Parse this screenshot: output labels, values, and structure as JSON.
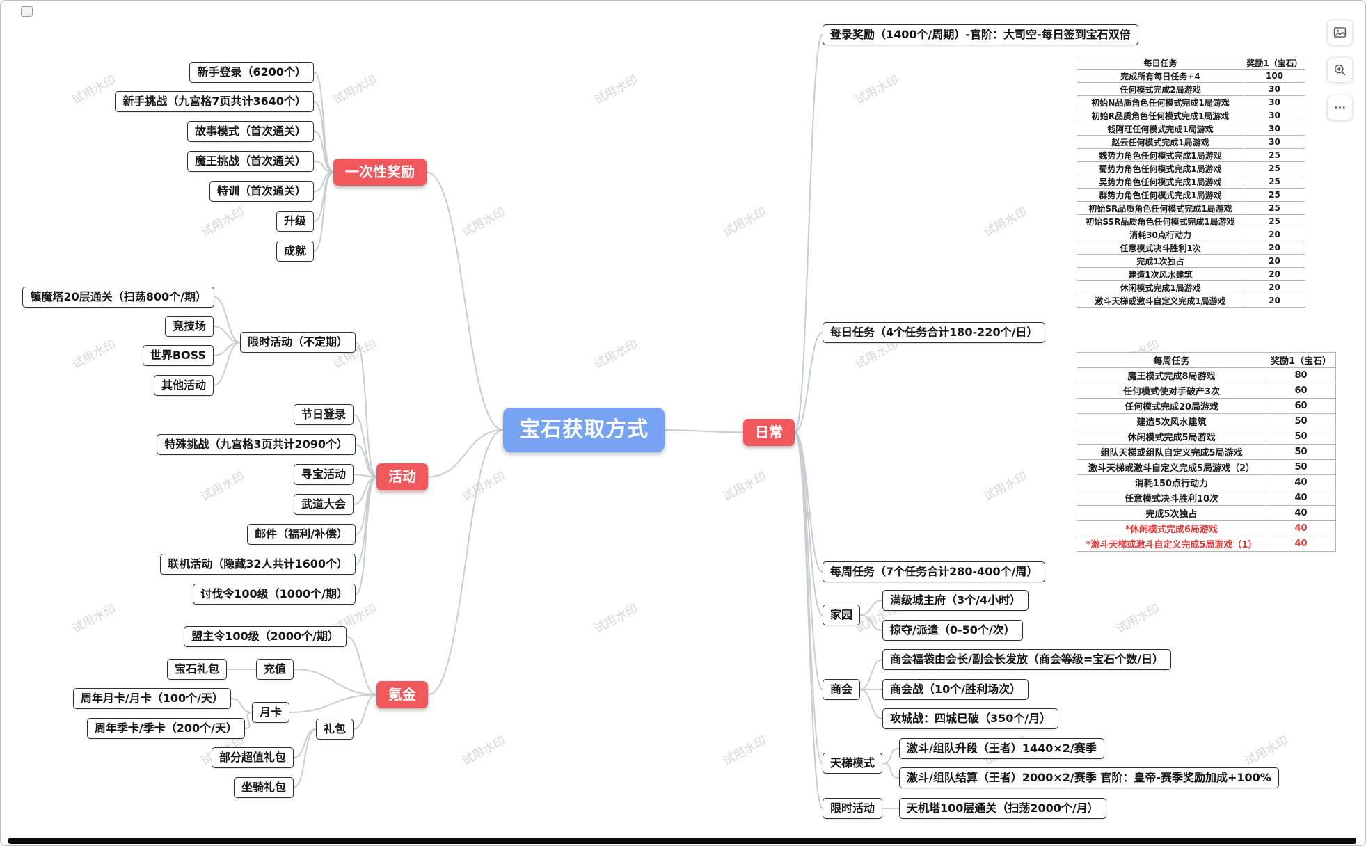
{
  "colors": {
    "center_fill": "#78a3f3",
    "branch_fill": "#f0585c",
    "connector": "#c9ccd1",
    "highlight_text": "#e23b3b",
    "watermark": "#d6d6d8"
  },
  "watermark_text": "试用水印",
  "toolbar": {
    "icons": [
      {
        "name": "image-icon"
      },
      {
        "name": "zoom-in-icon"
      },
      {
        "name": "more-icon"
      }
    ]
  },
  "labels": {
    "center": "宝石获取方式",
    "once": "一次性奖励",
    "activity": "活动",
    "pay": "氪金",
    "daily": "日常",
    "once1": "新手登录（6200个）",
    "once2": "新手挑战（九宫格7页共计3640个）",
    "once3": "故事模式（首次通关）",
    "once4": "魔王挑战（首次通关）",
    "once5": "特训（首次通关）",
    "once6": "升级",
    "once7": "成就",
    "act1": "限时活动（不定期）",
    "act2": "节日登录",
    "act3": "特殊挑战（九宫格3页共计2090个）",
    "act4": "寻宝活动",
    "act5": "武道大会",
    "act6": "邮件（福利/补偿）",
    "act7": "联机活动（隐藏32人共计1600个）",
    "act8": "讨伐令100级（1000个/期）",
    "lim1": "镇魔塔20层通关（扫荡800个/期）",
    "lim2": "竞技场",
    "lim3": "世界BOSS",
    "lim4": "其他活动",
    "pay1": "盟主令100级（2000个/期）",
    "pay2": "充值",
    "pay3": "月卡",
    "pay4": "礼包",
    "pay2a": "宝石礼包",
    "pay3a": "周年月卡/月卡（100个/天）",
    "pay3b": "周年季卡/季卡（200个/天）",
    "pay4a": "部分超值礼包",
    "pay4b": "坐骑礼包",
    "daily1": "登录奖励（1400个/周期）-官阶：大司空-每日签到宝石双倍",
    "daily2": "每日任务（4个任务合计180-220个/日）",
    "daily3": "每周任务（7个任务合计280-400个/周）",
    "daily4": "家园",
    "daily5": "商会",
    "daily6": "天梯模式",
    "daily7": "限时活动",
    "home1": "满级城主府（3个/4小时）",
    "home2": "掠夺/派遣（0-50个/次）",
    "guild1": "商会福袋由会长/副会长发放（商会等级=宝石个数/日）",
    "guild2": "商会战（10个/胜利场次）",
    "guild3": "攻城战：四城已破（350个/月）",
    "ladder1": "激斗/组队升段（王者）1440×2/赛季",
    "ladder2": "激斗/组队结算（王者）2000×2/赛季 官阶：皇帝-赛季奖励加成+100%",
    "dlim1": "天机塔100层通关（扫荡2000个/月）"
  },
  "daily_table": {
    "headers": [
      "每日任务",
      "奖励1（宝石）"
    ],
    "rows": [
      {
        "t": "完成所有每日任务+4",
        "r": "100"
      },
      {
        "t": "任何模式完成2局游戏",
        "r": "30"
      },
      {
        "t": "初始N品质角色任何模式完成1局游戏",
        "r": "30"
      },
      {
        "t": "初始R品质角色任何模式完成1局游戏",
        "r": "30"
      },
      {
        "t": "钱阿旺任何模式完成1局游戏",
        "r": "30"
      },
      {
        "t": "赵云任何模式完成1局游戏",
        "r": "30"
      },
      {
        "t": "魏势力角色任何模式完成1局游戏",
        "r": "25"
      },
      {
        "t": "蜀势力角色任何模式完成1局游戏",
        "r": "25"
      },
      {
        "t": "吴势力角色任何模式完成1局游戏",
        "r": "25"
      },
      {
        "t": "群势力角色任何模式完成1局游戏",
        "r": "25"
      },
      {
        "t": "初始SR品质角色任何模式完成1局游戏",
        "r": "25"
      },
      {
        "t": "初始SSR品质角色任何模式完成1局游戏",
        "r": "25"
      },
      {
        "t": "消耗30点行动力",
        "r": "20"
      },
      {
        "t": "任意模式决斗胜利1次",
        "r": "20"
      },
      {
        "t": "完成1次独占",
        "r": "20"
      },
      {
        "t": "建造1次风水建筑",
        "r": "20"
      },
      {
        "t": "休闲模式完成1局游戏",
        "r": "20"
      },
      {
        "t": "激斗天梯或激斗自定义完成1局游戏",
        "r": "20"
      }
    ]
  },
  "weekly_table": {
    "headers": [
      "每周任务",
      "奖励1（宝石）"
    ],
    "rows": [
      {
        "t": "魔王模式完成8局游戏",
        "r": "80"
      },
      {
        "t": "任何模式使对手破产3次",
        "r": "60"
      },
      {
        "t": "任何模式完成20局游戏",
        "r": "60"
      },
      {
        "t": "建造5次风水建筑",
        "r": "50"
      },
      {
        "t": "休闲模式完成5局游戏",
        "r": "50"
      },
      {
        "t": "组队天梯或组队自定义完成5局游戏",
        "r": "50"
      },
      {
        "t": "激斗天梯或激斗自定义完成5局游戏（2）",
        "r": "50"
      },
      {
        "t": "消耗150点行动力",
        "r": "40"
      },
      {
        "t": "任意模式决斗胜利10次",
        "r": "40"
      },
      {
        "t": "完成5次独占",
        "r": "40"
      },
      {
        "t": "*休闲模式完成6局游戏",
        "r": "40",
        "hl": true
      },
      {
        "t": "*激斗天梯或激斗自定义完成5局游戏（1）",
        "r": "40",
        "hl": true
      }
    ]
  }
}
